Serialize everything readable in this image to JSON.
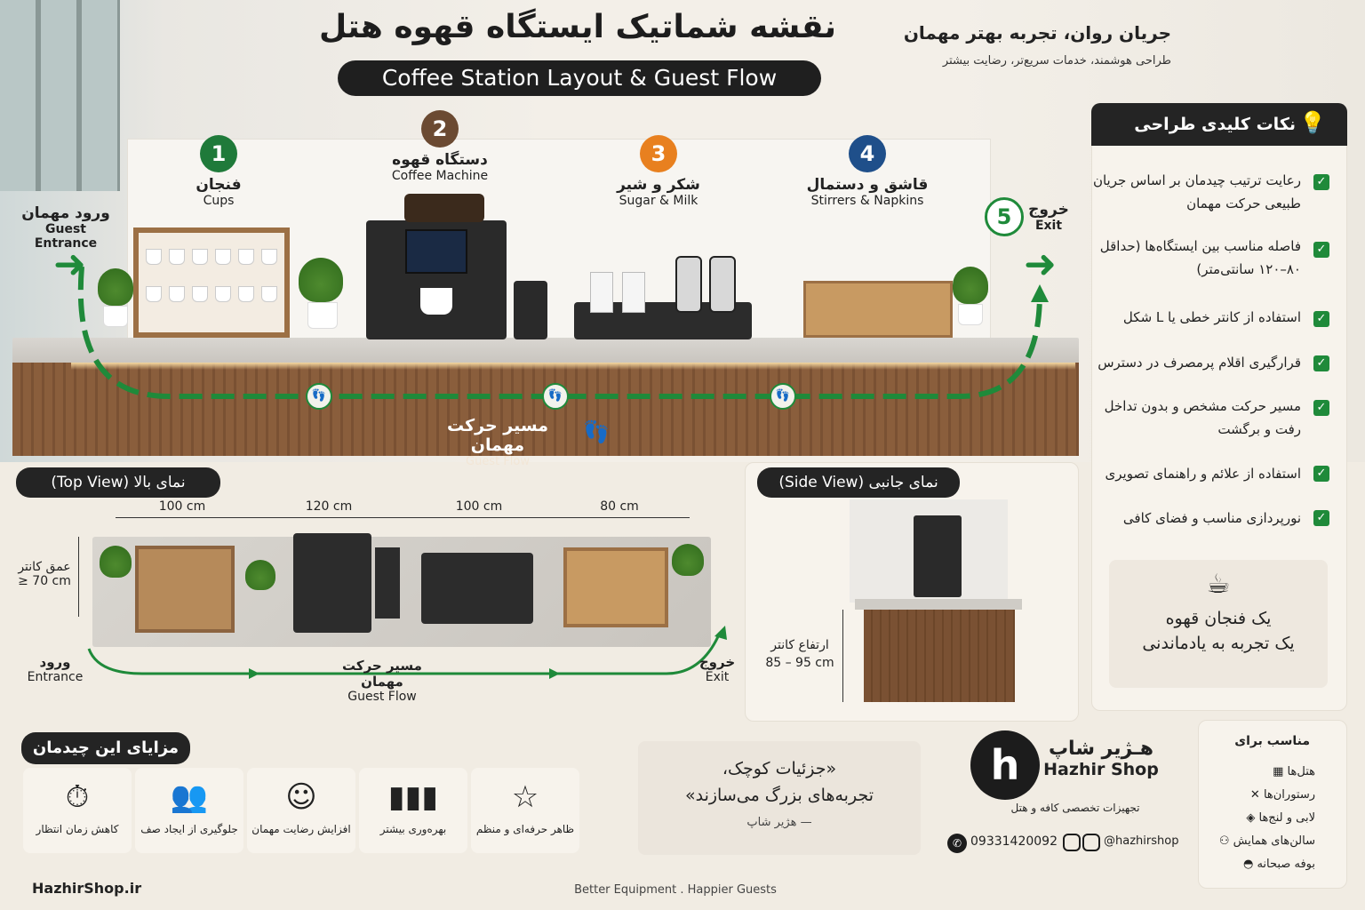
{
  "header": {
    "title": "نقشه شماتیک ایستگاه قهوه هتل",
    "subtitle": "Coffee Station Layout & Guest Flow",
    "tagline": "جریان روان، تجربه بهتر مهمان",
    "tagline_sub": "طراحی هوشمند، خدمات سریع‌تر، رضایت بیشتر"
  },
  "entrance": {
    "fa": "ورود مهمان",
    "en": "Guest Entrance"
  },
  "exit": {
    "num": "5",
    "fa": "خروج",
    "en": "Exit"
  },
  "stations": [
    {
      "num": "1",
      "fa": "فنجان",
      "en": "Cups",
      "color": "#1f7a3a"
    },
    {
      "num": "2",
      "fa": "دستگاه قهوه",
      "en": "Coffee Machine",
      "color": "#6b4a32"
    },
    {
      "num": "3",
      "fa": "شکر و شیر",
      "en": "Sugar & Milk",
      "color": "#e8801f"
    },
    {
      "num": "4",
      "fa": "قاشق و دستمال",
      "en": "Stirrers & Napkins",
      "color": "#1f4f8a"
    }
  ],
  "flow": {
    "fa": "مسیر حرکت مهمان",
    "en": "Guest Flow"
  },
  "top_view": {
    "label": "نمای بالا (Top View)",
    "dims": [
      "100 cm",
      "120 cm",
      "100 cm",
      "80 cm"
    ],
    "depth_fa": "عمق کانتر",
    "depth_val": "≥ 70 cm",
    "entrance_fa": "ورود",
    "entrance_en": "Entrance",
    "flow_fa": "مسیر حرکت مهمان",
    "flow_en": "Guest Flow",
    "exit_fa": "خروج",
    "exit_en": "Exit"
  },
  "side_view": {
    "label": "نمای جانبی (Side View)",
    "height_fa": "ارتفاع کانتر",
    "height_val": "85 – 95 cm"
  },
  "tips": {
    "title": "نکات کلیدی طراحی",
    "items": [
      "رعایت ترتیب چیدمان بر اساس جریان طبیعی حرکت مهمان",
      "فاصله مناسب بین ایستگاه‌ها (حداقل ۸۰–۱۲۰ سانتی‌متر)",
      "استفاده از کانتر خطی یا L شکل",
      "قرارگیری اقلام پرمصرف در دسترس",
      "مسیر حرکت مشخص و بدون تداخل رفت و برگشت",
      "استفاده از علائم و راهنمای تصویری",
      "نورپردازی مناسب و فضای کافی"
    ],
    "quote_line1": "یک فنجان قهوه",
    "quote_line2": "یک تجربه به یادماندنی"
  },
  "benefits": {
    "title": "مزایای این چیدمان",
    "items": [
      {
        "label": "کاهش زمان انتظار",
        "icon": "stopwatch-icon"
      },
      {
        "label": "جلوگیری از ایجاد صف",
        "icon": "people-icon"
      },
      {
        "label": "افزایش رضایت مهمان",
        "icon": "smile-icon"
      },
      {
        "label": "بهره‌وری بیشتر",
        "icon": "bar-chart-icon"
      },
      {
        "label": "ظاهر حرفه‌ای و منظم",
        "icon": "star-icon"
      }
    ]
  },
  "quote": {
    "line1": "«جزئیات کوچک،",
    "line2": "تجربه‌های بزرگ می‌سازند»",
    "author": "— هژیر شاپ"
  },
  "brand": {
    "name_fa": "هـژیر شاپ",
    "name_en": "Hazhir Shop",
    "desc": "تجهیزات تخصصی کافه و هتل",
    "phone": "09331420092",
    "instagram": "@hazhirshop",
    "website": "HazhirShop.ir",
    "slogan": "Better Equipment . Happier Guests"
  },
  "suitable": {
    "title": "مناسب برای",
    "items": [
      "هتل‌ها",
      "رستوران‌ها",
      "لابی و لنج‌ها",
      "سالن‌های همایش",
      "بوفه صبحانه"
    ]
  },
  "colors": {
    "accent": "#1f8a3a",
    "dark": "#1f1f1f",
    "wood": "#8a5e3c"
  }
}
